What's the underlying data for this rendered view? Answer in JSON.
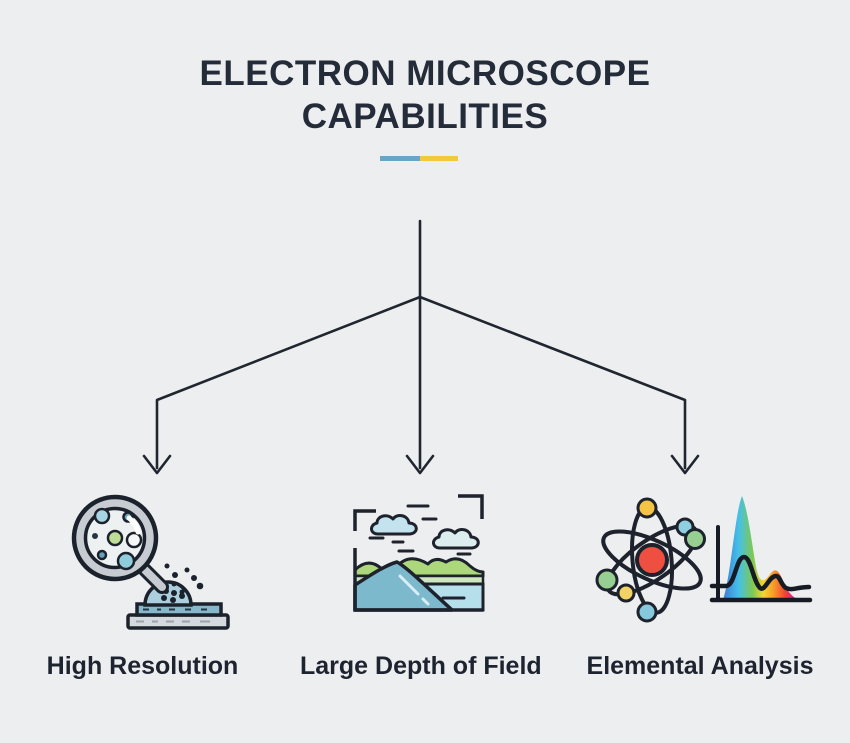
{
  "page": {
    "title_line1": "ELECTRON MICROSCOPE",
    "title_line2": "CAPABILITIES"
  },
  "divider": {
    "blue": "#68a6c3",
    "yellow": "#f2c93e"
  },
  "colors": {
    "background": "#edeef0",
    "outline": "#1d222c",
    "title_text": "#242b39",
    "label_text": "#1d2430",
    "nucleus_red": "#ee4f41",
    "lens_gray": "#c7ccd2",
    "stage_blue": "#86b7cb",
    "mountain_teal": "#7cb9cd",
    "hill_green": "#acd77b",
    "water_blue": "#b6dfec",
    "cloud_blue": "#c3e4ee"
  },
  "branches": [
    {
      "label": "High Resolution",
      "icon": "magnifier-specimen-icon"
    },
    {
      "label": "Large Depth of Field",
      "icon": "landscape-photo-icon"
    },
    {
      "label": "Elemental Analysis",
      "icon": "atom-spectrum-icon"
    }
  ]
}
